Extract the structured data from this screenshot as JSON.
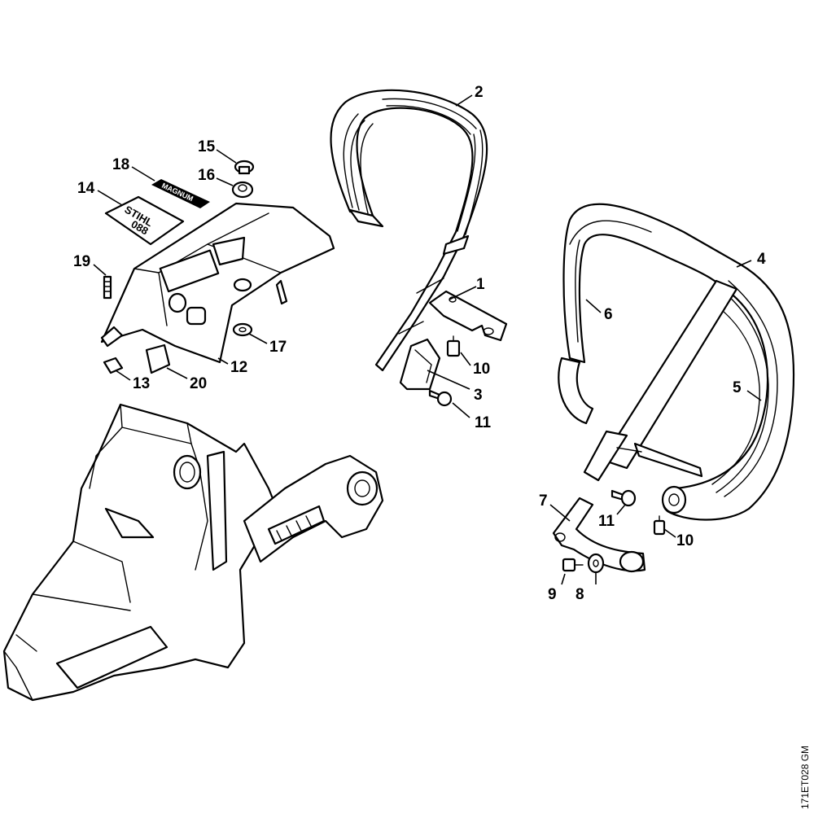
{
  "callouts": {
    "p1": "1",
    "p2": "2",
    "p3": "3",
    "p4": "4",
    "p5": "5",
    "p6": "6",
    "p7": "7",
    "p8": "8",
    "p9": "9",
    "p10a": "10",
    "p10b": "10",
    "p11a": "11",
    "p11b": "11",
    "p12": "12",
    "p13": "13",
    "p14": "14",
    "p15": "15",
    "p16": "16",
    "p17": "17",
    "p18": "18",
    "p19": "19",
    "p20": "20"
  },
  "labels": {
    "magnum_decal": "MAGNUM",
    "model_decal_line1": "STIHL",
    "model_decal_line2": "088"
  },
  "reference_code": "171ET028 GM"
}
